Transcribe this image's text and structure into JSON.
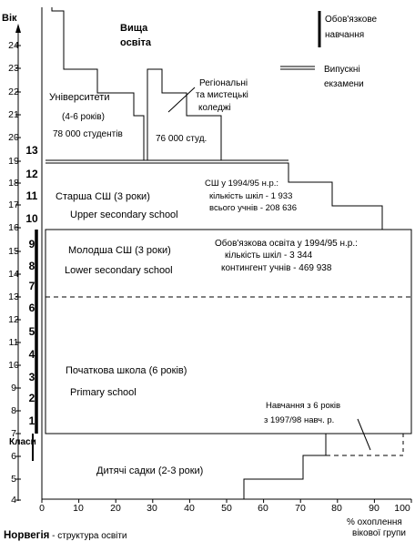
{
  "diagram": {
    "y_axis_label": "Вік",
    "y_axis_bottom_label": "Класи",
    "x_axis_label_line1": "% охоплення",
    "x_axis_label_line2": "вікової групи",
    "age_ticks": [
      "24",
      "23",
      "22",
      "21",
      "20",
      "19",
      "18",
      "17",
      "16",
      "15",
      "14",
      "13",
      "12",
      "11",
      "10",
      "9",
      "8",
      "7",
      "6",
      "5",
      "4"
    ],
    "grade_numbers": [
      "13",
      "12",
      "11",
      "10",
      "9",
      "8",
      "7",
      "6",
      "5",
      "4",
      "3",
      "2",
      "1"
    ],
    "x_ticks": [
      "0",
      "10",
      "20",
      "30",
      "40",
      "50",
      "60",
      "70",
      "80",
      "90",
      "100"
    ],
    "legend": {
      "compulsory": "Обов'язкове навчання",
      "exams": "Випускні екзамени"
    },
    "higher_education": {
      "title_line1": "Вища",
      "title_line2": "освіта",
      "universities_line1": "Університети",
      "universities_line2": "(4-6 років)",
      "universities_line3": "78 000 студентів",
      "colleges_line1": "Регіональні",
      "colleges_line2": "та мистецькі",
      "colleges_line3": "коледжі",
      "colleges_students": "76 000 студ."
    },
    "upper_secondary": {
      "ua": "Старша СШ (3 роки)",
      "en": "Upper secondary school",
      "stats_line1": "СШ у 1994/95 н.р.:",
      "stats_line2": "кількість шкіл - 1 933",
      "stats_line3": "всього учнів - 208 636"
    },
    "lower_secondary": {
      "ua": "Молодша СШ   (3 роки)",
      "en": "Lower secondary school",
      "stats_line1": "Обов'язкова освіта у 1994/95 н.р.:",
      "stats_line2": "кількість шкіл -  3 344",
      "stats_line3": "контингент учнів - 469 938"
    },
    "primary": {
      "ua": "Початкова школа  (6 років)",
      "en": "Primary school"
    },
    "note_line1": "Навчання з 6 років",
    "note_line2": "з 1997/98 навч. р.",
    "kindergarten": "Дитячі садки  (2-3 роки)",
    "caption_country": "Норвегія",
    "caption_rest": " -   структура освіти"
  }
}
